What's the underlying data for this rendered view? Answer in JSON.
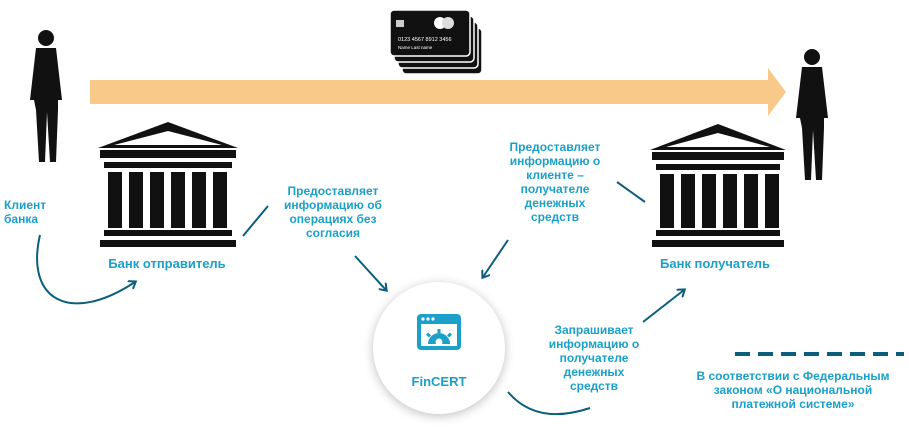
{
  "client_label": "Клиент банка",
  "sender_bank": {
    "name": "Банк отправитель"
  },
  "receiver_bank": {
    "name": "Банк получатель"
  },
  "fincert": {
    "name": "FinCERT"
  },
  "annotations": {
    "sender_to_fincert": "Предоставляет информацию об операциях без согласия",
    "receiver_to_fincert": "Предоставляет информацию о клиенте – получателе денежных средств",
    "fincert_to_receiver": "Запрашивает информацию о получателе денежных средств"
  },
  "legend": {
    "text": "В соответствии с Федеральным законом «О национальной платежной системе»"
  },
  "card": {
    "number": "0123 4567 8912 3456",
    "holder": "Name Last name"
  },
  "colors": {
    "accent": "#1aa0c9",
    "arrow": "#f9c98a",
    "dark": "#0b5f7c"
  }
}
